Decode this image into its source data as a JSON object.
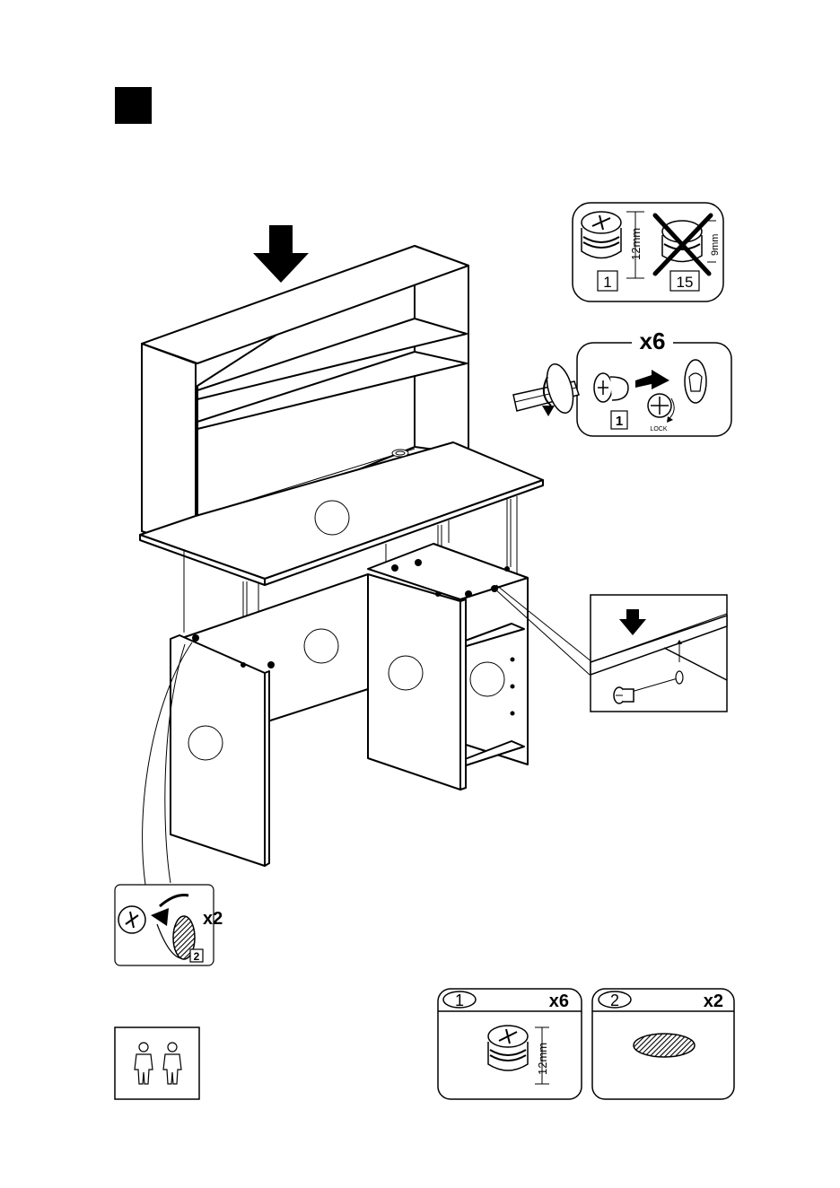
{
  "step": {
    "number": ""
  },
  "cam_lock_detail": {
    "correct_part": "1",
    "correct_size": "12mm",
    "wrong_part": "15",
    "wrong_size": "9mm"
  },
  "lock_detail": {
    "quantity": "x6",
    "part": "1",
    "lock_label": "LOCK"
  },
  "cap_detail": {
    "quantity": "x2",
    "part": "2"
  },
  "parts": [
    {
      "number": "1",
      "quantity": "x6",
      "size": "12mm"
    },
    {
      "number": "2",
      "quantity": "x2"
    }
  ]
}
